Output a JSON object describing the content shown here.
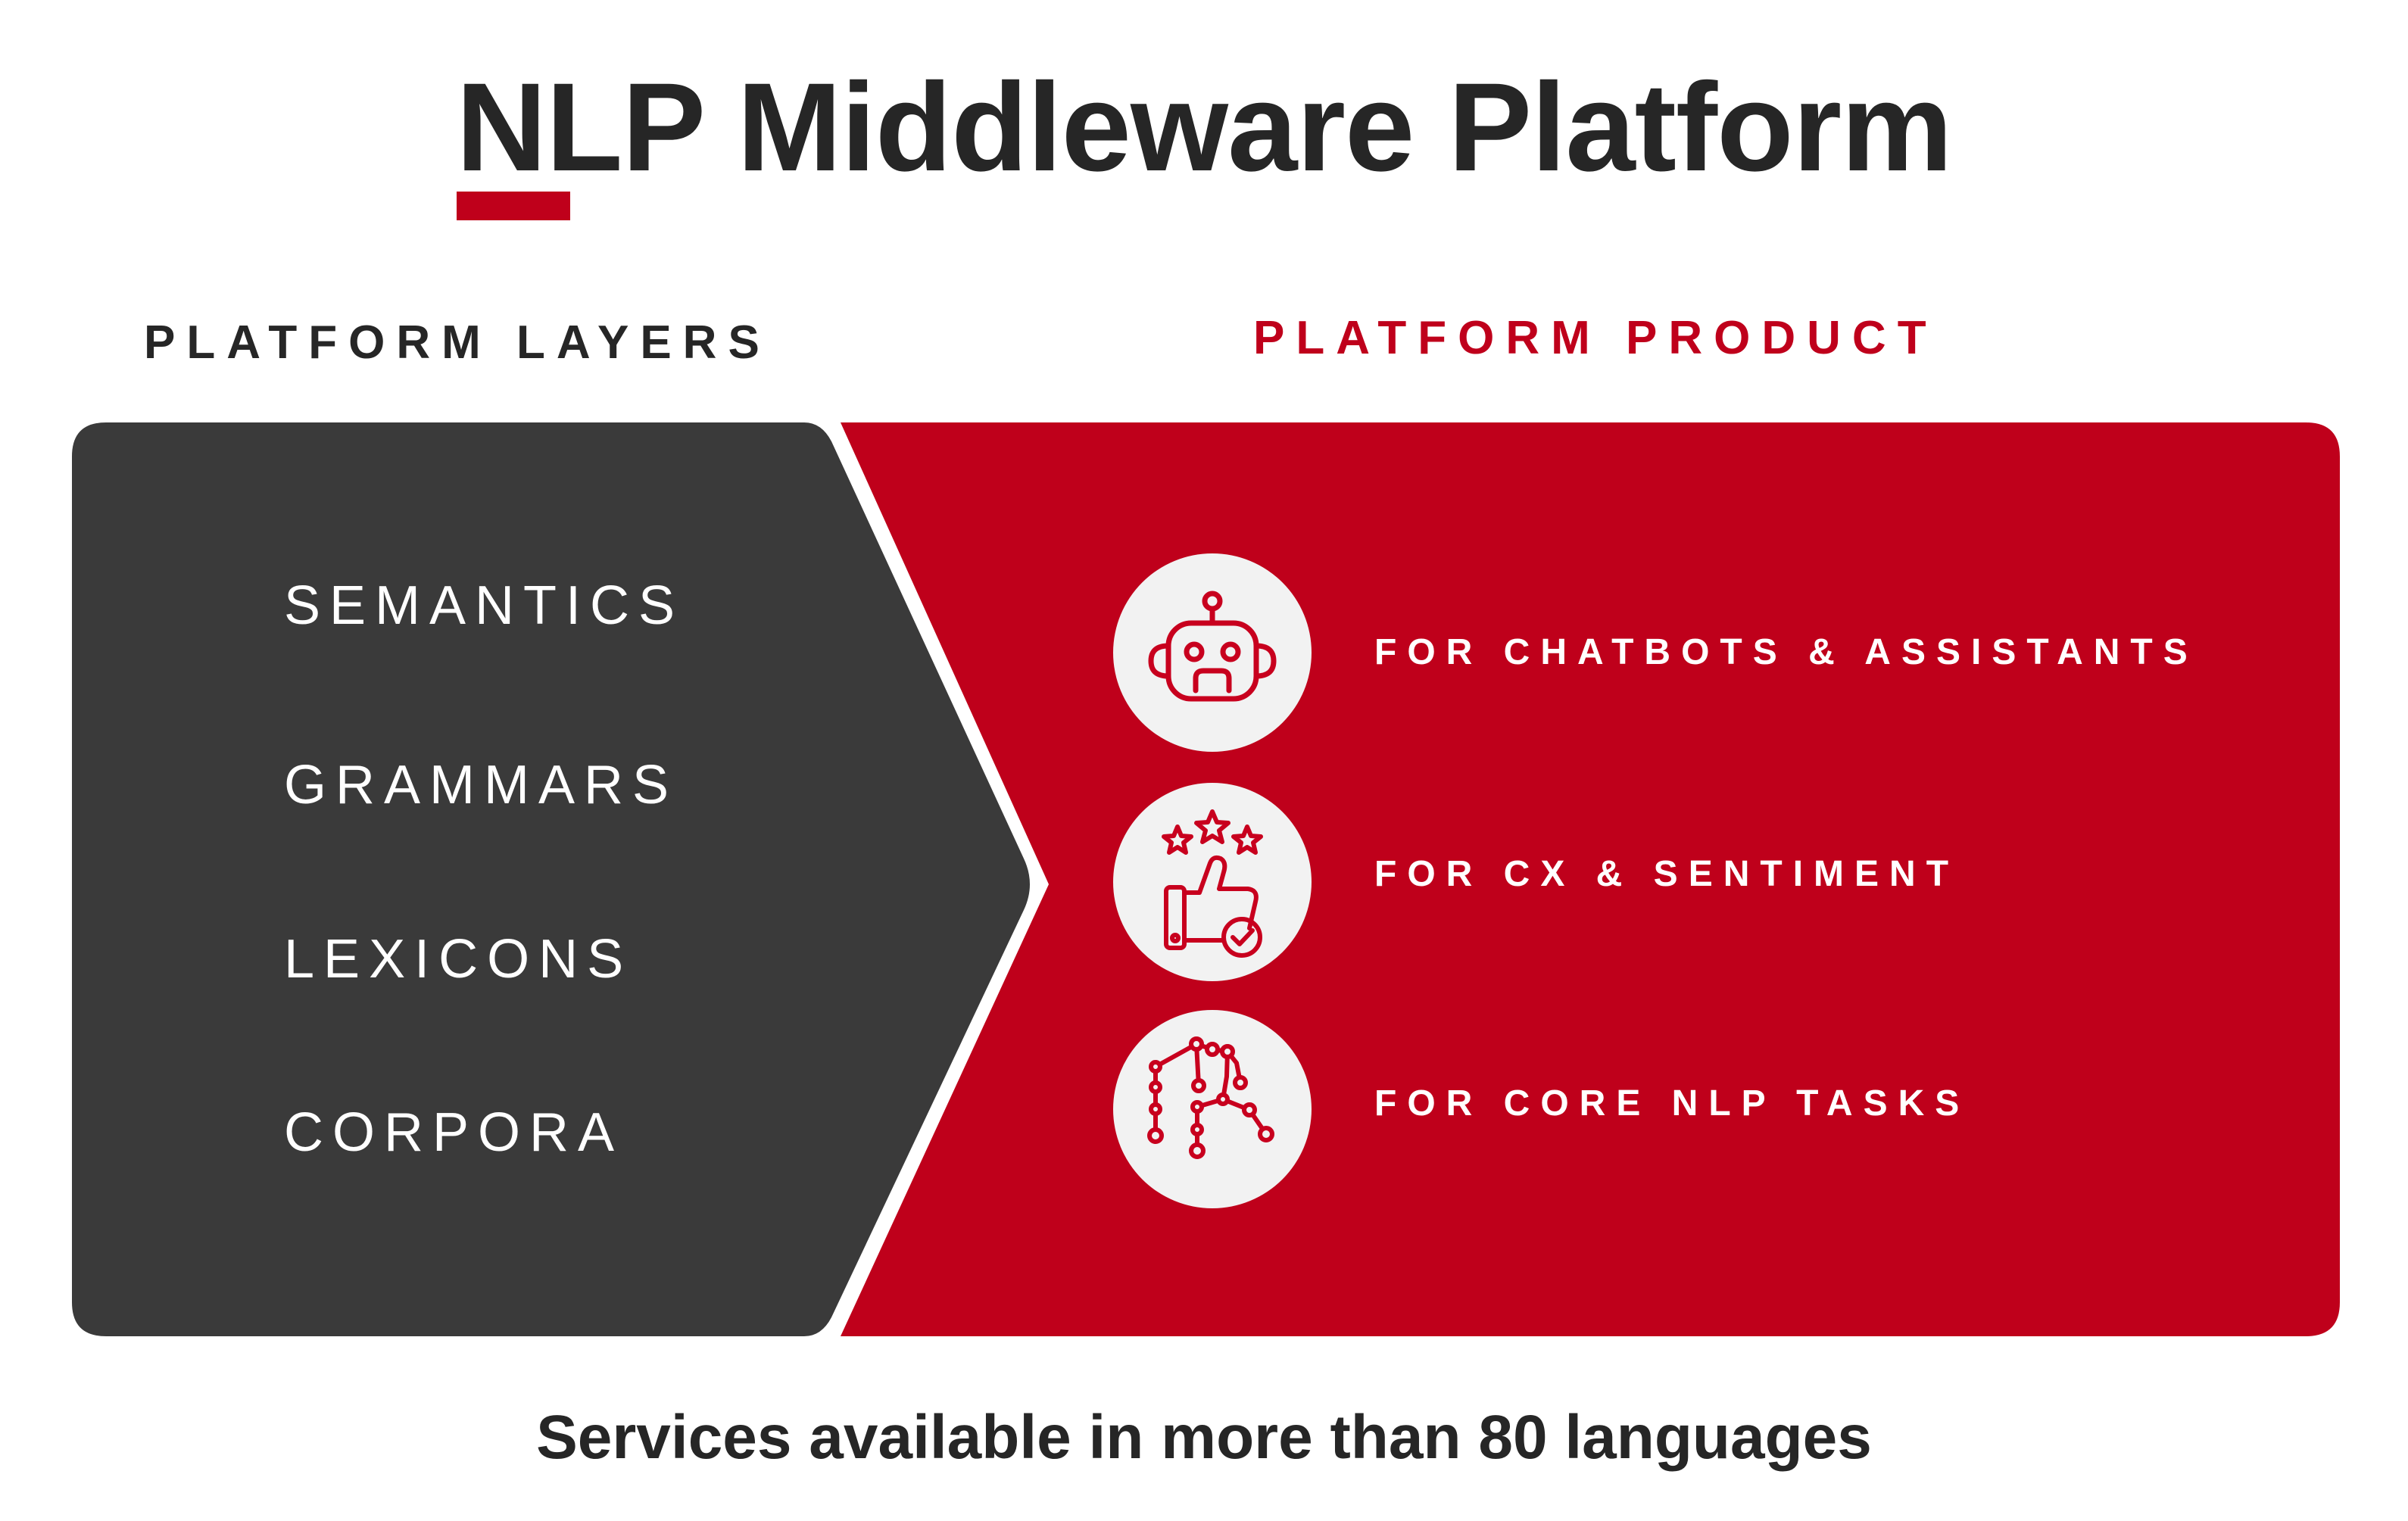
{
  "title": "NLP Middleware Platform",
  "headings": {
    "layers": "PLATFORM LAYERS",
    "product": "PLATFORM PRODUCT"
  },
  "layers": [
    "SEMANTICS",
    "GRAMMARS",
    "LEXICONS",
    "CORPORA"
  ],
  "products": [
    {
      "label": "FOR CHATBOTS & ASSISTANTS",
      "icon": "robot-icon"
    },
    {
      "label": "FOR CX & SENTIMENT",
      "icon": "thumbs-up-stars-icon"
    },
    {
      "label": "FOR CORE NLP TASKS",
      "icon": "syntax-tree-icon"
    }
  ],
  "footer": "Services available in more than 80 languages",
  "colors": {
    "accent": "#bf001b",
    "dark": "#3a3a3a",
    "text": "#262626"
  }
}
